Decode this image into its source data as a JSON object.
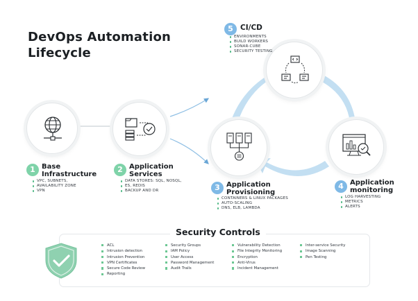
{
  "title": {
    "line1": "DevOps Automation",
    "line2": "Lifecycle"
  },
  "steps": [
    {
      "number": "1",
      "title_lines": [
        "Base",
        "Infrastructure"
      ],
      "items": [
        "VPC, Subnets,",
        "Availability Zone",
        "VPN"
      ],
      "icon": "globe-network-icon"
    },
    {
      "number": "2",
      "title_lines": [
        "Application",
        "Services"
      ],
      "items": [
        "Data Stores: SQL, NoSQL,",
        "ES, Redis",
        "Backup and DR"
      ],
      "icon": "database-sync-icon"
    },
    {
      "number": "3",
      "title_lines": [
        "Application",
        "Provisioning"
      ],
      "items": [
        "Containers & Linux Packages",
        "Auto-Scaling",
        "DNS, ELB, Lambda"
      ],
      "icon": "server-deploy-icon"
    },
    {
      "number": "4",
      "title_lines": [
        "Application",
        "monitoring"
      ],
      "items": [
        "Log Harvesting",
        "Metrics",
        "Alerts"
      ],
      "icon": "monitor-analytics-icon"
    },
    {
      "number": "5",
      "title_lines": [
        "CI/CD"
      ],
      "items": [
        "Environments",
        "Build Workers",
        "Sonar-Cube",
        "Security Testing"
      ],
      "icon": "code-pipeline-icon"
    }
  ],
  "security": {
    "title": "Security Controls",
    "icon": "shield-check-icon",
    "columns": [
      [
        "ACL",
        "Intrusion detection",
        "Intrusion Prevention",
        "VPN Certificates",
        "Secure Code Review",
        "Reporting"
      ],
      [
        "Security Groups",
        "IAM Policy",
        "User Access",
        "Password Management",
        "Audit Trails"
      ],
      [
        "Vulnerability Detection",
        "File Integrity Monitoring",
        "Encryption",
        "Anti-Virus",
        "Incident Management"
      ],
      [
        "Inter-service Security",
        "Image Scanning",
        "Pen Testing"
      ]
    ]
  },
  "colors": {
    "green_accent": "#7fd3a9",
    "blue_accent": "#7fb9e6",
    "arrow_blue": "#c3dff2",
    "shield_green": "#8fd1b0"
  }
}
